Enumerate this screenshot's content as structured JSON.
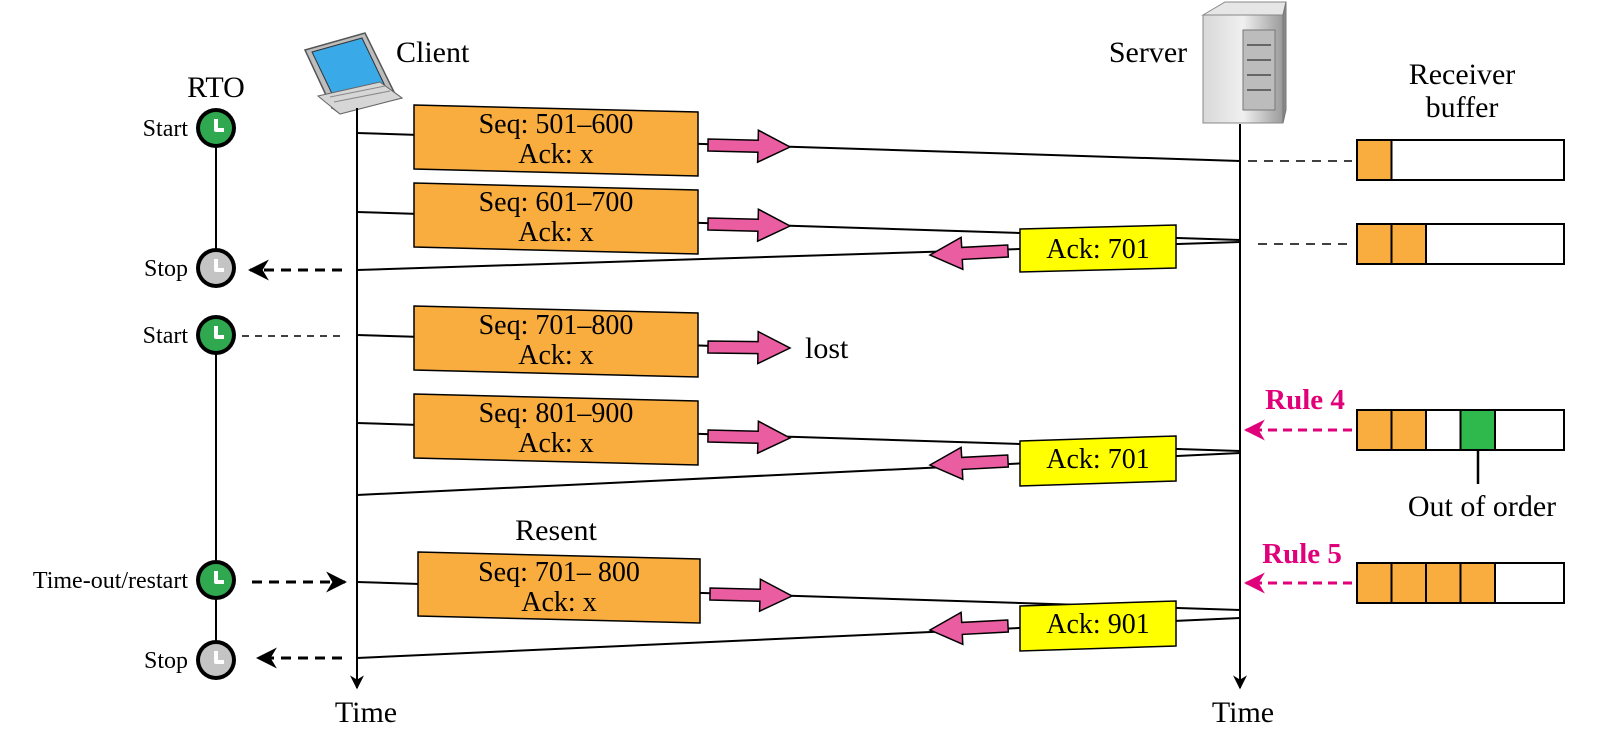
{
  "labels": {
    "rto": "RTO",
    "client": "Client",
    "server": "Server",
    "receiver_buffer_line1": "Receiver",
    "receiver_buffer_line2": "buffer",
    "client_time": "Time",
    "server_time": "Time",
    "lost": "lost",
    "resent": "Resent",
    "out_of_order": "Out of order"
  },
  "timer_events": [
    {
      "label": "Start",
      "state": "running"
    },
    {
      "label": "Stop",
      "state": "stopped"
    },
    {
      "label": "Start",
      "state": "running"
    },
    {
      "label": "Time-out/restart",
      "state": "running"
    },
    {
      "label": "Stop",
      "state": "stopped"
    }
  ],
  "segments": [
    {
      "seq": "Seq: 501–600",
      "ack": "Ack: x"
    },
    {
      "seq": "Seq: 601–700",
      "ack": "Ack: x"
    },
    {
      "seq": "Seq: 701–800",
      "ack": "Ack: x"
    },
    {
      "seq": "Seq: 801–900",
      "ack": "Ack: x"
    },
    {
      "seq": "Seq: 701– 800",
      "ack": "Ack: x"
    }
  ],
  "acks": [
    {
      "text": "Ack: 701"
    },
    {
      "text": "Ack: 701"
    },
    {
      "text": "Ack: 901"
    }
  ],
  "rules": [
    {
      "text": "Rule 4"
    },
    {
      "text": "Rule 5"
    }
  ],
  "colors": {
    "segment_fill": "#f9ad3f",
    "ack_fill": "#ffff00",
    "arrow_fill": "#ea5da0",
    "rule_text": "#e0007a",
    "timer_running": "#2fa84f",
    "timer_stopped": "#c4c4c4",
    "buffer_filled": "#f9ad3f",
    "buffer_out_of_order": "#2fb84b",
    "laptop_screen": "#3aa9e8"
  }
}
